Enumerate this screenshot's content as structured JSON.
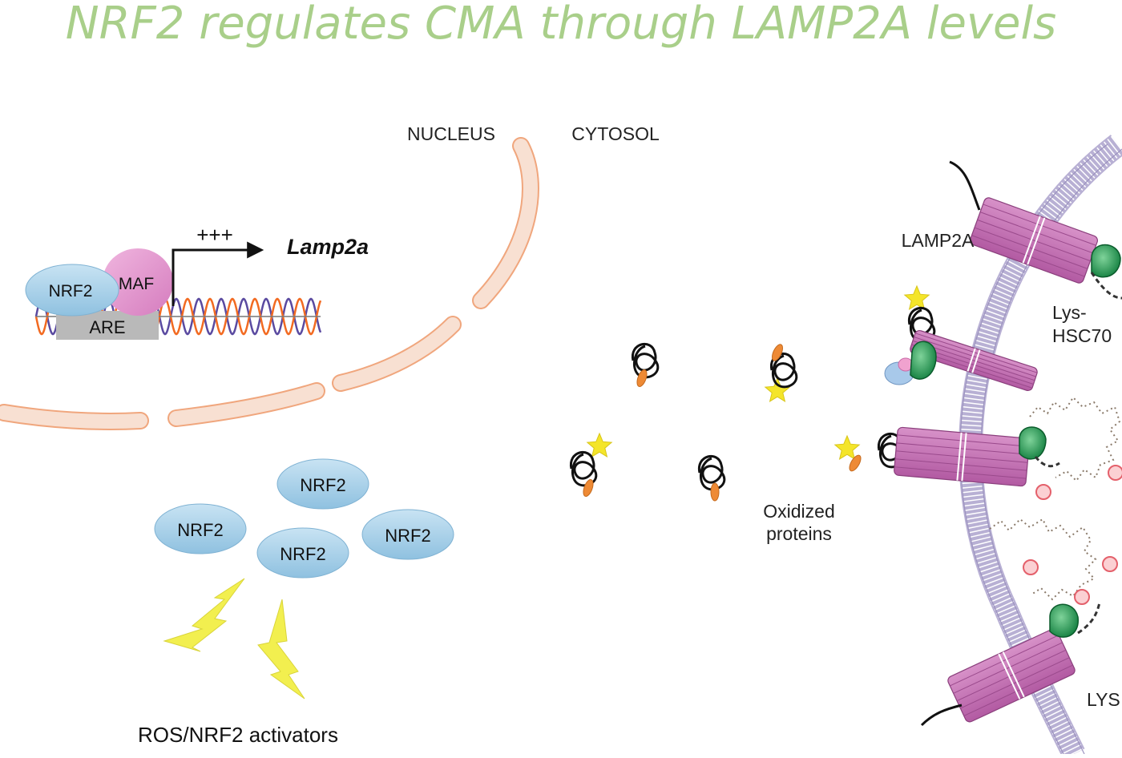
{
  "title": "NRF2 regulates CMA through LAMP2A levels",
  "labels": {
    "nucleus": "NUCLEUS",
    "cytosol": "CYTOSOL",
    "gene": "Lamp2a",
    "activation": "+++",
    "nrf2": "NRF2",
    "maf": "MAF",
    "are": "ARE",
    "lamp2a": "LAMP2A",
    "lys_hsc70_line1": "Lys-",
    "lys_hsc70_line2": "HSC70",
    "oxidized_line1": "Oxidized",
    "oxidized_line2": "proteins",
    "ros": "ROS/NRF2 activators",
    "lysosome": "LYS"
  },
  "colors": {
    "title": "#a9cf8a",
    "nrf2_fill": "#a9d2ea",
    "maf_fill": "#e79bd0",
    "nuclear_envelope": "#f6d8c6",
    "nuclear_envelope_stroke": "#f0a67d",
    "lamp2a": "#c873b6",
    "hsc70": "#159a4b",
    "membrane": "#b8b0d4",
    "lightning": "#f2ef4f",
    "star": "#f4e52a",
    "tag": "#ee8a35",
    "dna_orange": "#f26a21",
    "dna_purple": "#5a4aa0",
    "lumen_dot": "#f28b93"
  }
}
